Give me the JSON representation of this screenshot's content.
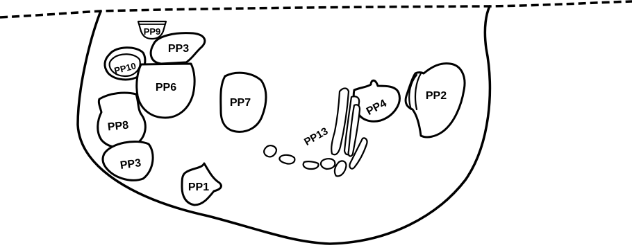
{
  "labels": {
    "pp1": "PP1",
    "pp2": "PP2",
    "pp3_upper": "PP3",
    "pp3_lower": "PP3",
    "pp4": "PP4",
    "pp6": "PP6",
    "pp7": "PP7",
    "pp8": "PP8",
    "pp9": "PP9",
    "pp10": "PP10",
    "pp13": "PP13"
  },
  "colors": {
    "ink": "#000000",
    "background": "#ffffff"
  }
}
